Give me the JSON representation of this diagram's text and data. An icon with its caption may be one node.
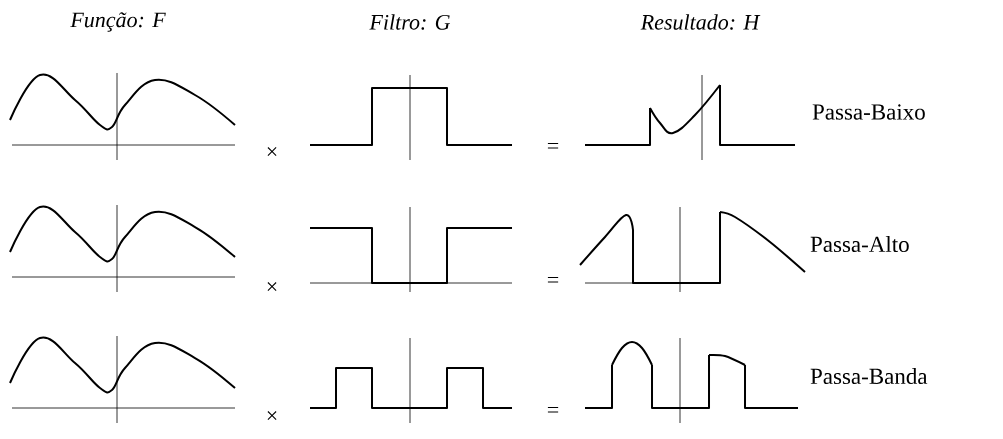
{
  "diagram": {
    "labels": [
      "Função: F",
      "Filtro: G",
      "Resultado: H",
      "×",
      "=",
      "Passa-Baixo",
      "×",
      "=",
      "Passa-Alto",
      "×",
      "=",
      "Passa-Banda"
    ]
  }
}
